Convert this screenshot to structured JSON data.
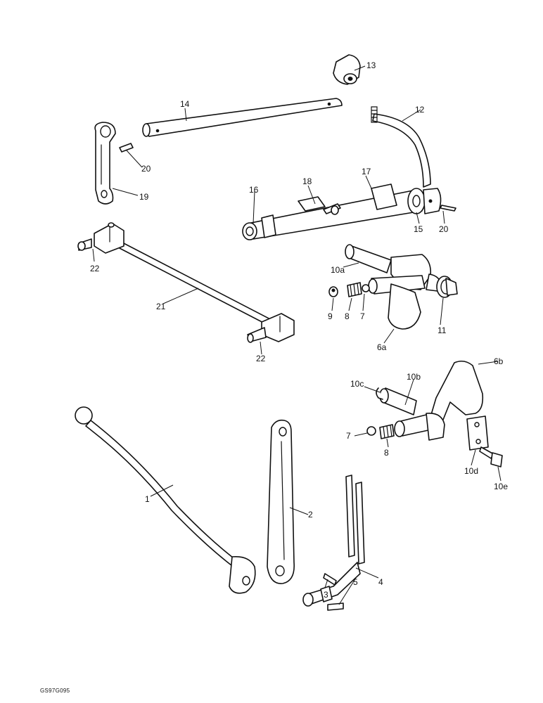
{
  "drawing_code": "GS97G095",
  "callouts": {
    "c1": "1",
    "c2": "2",
    "c3": "3",
    "c4": "4",
    "c5": "5",
    "c6a": "6a",
    "c6b": "6b",
    "c7a": "7",
    "c7b": "7",
    "c8a": "8",
    "c8b": "8",
    "c9": "9",
    "c10a": "10a",
    "c10b": "10b",
    "c10c": "10c",
    "c10d": "10d",
    "c10e": "10e",
    "c11": "11",
    "c12": "12",
    "c13": "13",
    "c14": "14",
    "c15": "15",
    "c16": "16",
    "c17": "17",
    "c18": "18",
    "c19": "19",
    "c20a": "20",
    "c20b": "20",
    "c21": "21",
    "c22a": "22",
    "c22b": "22"
  }
}
